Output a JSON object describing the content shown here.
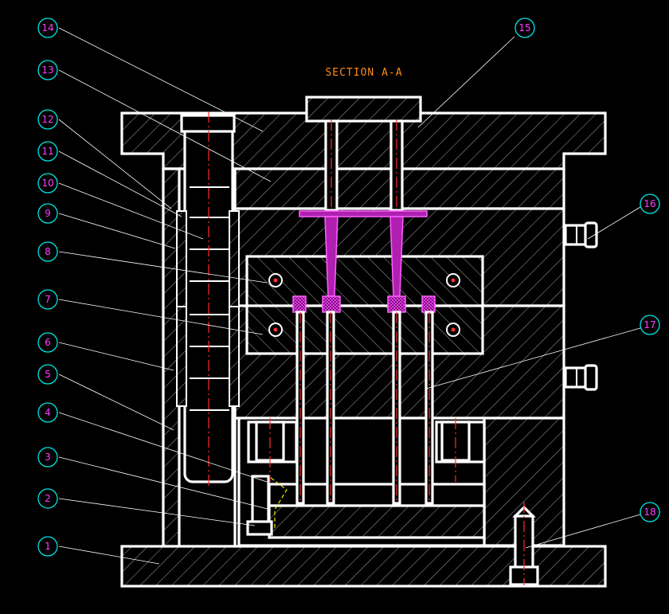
{
  "title": "SECTION A-A",
  "colors": {
    "background": "#000000",
    "outline": "#ffffff",
    "title": "#ff8c1a",
    "callout_circle": "#00e5e5",
    "callout_number": "#ff3cff",
    "runner": "#cc33cc",
    "centerline": "#ff2a2a",
    "dashed_hidden": "#e8e800"
  },
  "callouts": [
    {
      "id": "1",
      "label": "1"
    },
    {
      "id": "2",
      "label": "2"
    },
    {
      "id": "3",
      "label": "3"
    },
    {
      "id": "4",
      "label": "4"
    },
    {
      "id": "5",
      "label": "5"
    },
    {
      "id": "6",
      "label": "6"
    },
    {
      "id": "7",
      "label": "7"
    },
    {
      "id": "8",
      "label": "8"
    },
    {
      "id": "9",
      "label": "9"
    },
    {
      "id": "10",
      "label": "10"
    },
    {
      "id": "11",
      "label": "11"
    },
    {
      "id": "12",
      "label": "12"
    },
    {
      "id": "13",
      "label": "13"
    },
    {
      "id": "14",
      "label": "14"
    },
    {
      "id": "15",
      "label": "15"
    },
    {
      "id": "16",
      "label": "16"
    },
    {
      "id": "17",
      "label": "17"
    },
    {
      "id": "18",
      "label": "18"
    }
  ]
}
